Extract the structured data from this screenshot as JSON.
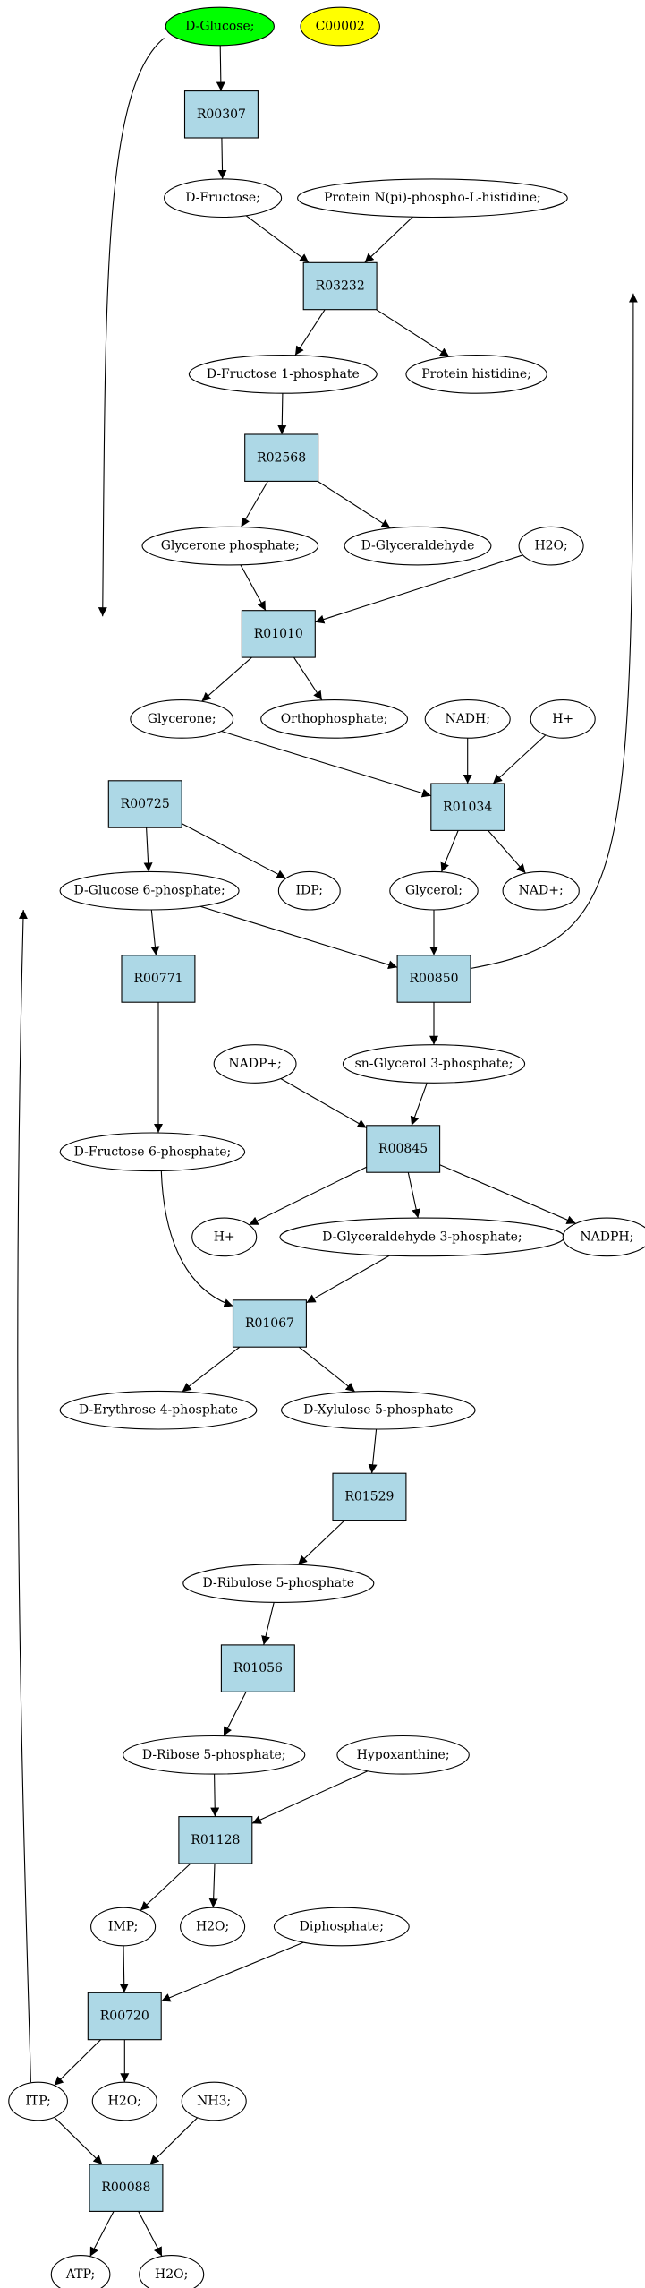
{
  "colors": {
    "compound_fill": "#ffffff",
    "start_fill": "#00ff00",
    "query_fill": "#ffff00",
    "reaction_fill": "#add8e6",
    "stroke": "#000000"
  },
  "nodes": [
    {
      "id": "n_glucose",
      "label": "D-Glucose;",
      "kind": "compound",
      "highlight": "start"
    },
    {
      "id": "n_c00002",
      "label": "C00002",
      "kind": "compound",
      "highlight": "query"
    },
    {
      "id": "r_R00307",
      "label": "R00307",
      "kind": "reaction"
    },
    {
      "id": "n_fructose",
      "label": "D-Fructose;",
      "kind": "compound"
    },
    {
      "id": "n_protnpi",
      "label": "Protein N(pi)-phospho-L-histidine;",
      "kind": "compound"
    },
    {
      "id": "r_R03232",
      "label": "R03232",
      "kind": "reaction"
    },
    {
      "id": "n_fru1p",
      "label": "D-Fructose 1-phosphate",
      "kind": "compound"
    },
    {
      "id": "n_prothis",
      "label": "Protein histidine;",
      "kind": "compound"
    },
    {
      "id": "r_R02568",
      "label": "R02568",
      "kind": "reaction"
    },
    {
      "id": "n_gly3p",
      "label": "Glycerone phosphate;",
      "kind": "compound"
    },
    {
      "id": "n_glyald",
      "label": "D-Glyceraldehyde",
      "kind": "compound"
    },
    {
      "id": "n_h2o_a",
      "label": "H2O;",
      "kind": "compound"
    },
    {
      "id": "r_R01010",
      "label": "R01010",
      "kind": "reaction"
    },
    {
      "id": "n_glycerone",
      "label": "Glycerone;",
      "kind": "compound"
    },
    {
      "id": "n_orthop",
      "label": "Orthophosphate;",
      "kind": "compound"
    },
    {
      "id": "n_nadh",
      "label": "NADH;",
      "kind": "compound"
    },
    {
      "id": "n_hplus_a",
      "label": "H+",
      "kind": "compound"
    },
    {
      "id": "r_R00725",
      "label": "R00725",
      "kind": "reaction"
    },
    {
      "id": "r_R01034",
      "label": "R01034",
      "kind": "reaction"
    },
    {
      "id": "n_glc6p",
      "label": "D-Glucose 6-phosphate;",
      "kind": "compound"
    },
    {
      "id": "n_idp",
      "label": "IDP;",
      "kind": "compound"
    },
    {
      "id": "n_glycerol",
      "label": "Glycerol;",
      "kind": "compound"
    },
    {
      "id": "n_nadplus",
      "label": "NAD+;",
      "kind": "compound"
    },
    {
      "id": "r_R00771",
      "label": "R00771",
      "kind": "reaction"
    },
    {
      "id": "r_R00850",
      "label": "R00850",
      "kind": "reaction"
    },
    {
      "id": "n_nadpplus",
      "label": "NADP+;",
      "kind": "compound"
    },
    {
      "id": "n_snglyc3p",
      "label": "sn-Glycerol 3-phosphate;",
      "kind": "compound"
    },
    {
      "id": "n_fru6p",
      "label": "D-Fructose 6-phosphate;",
      "kind": "compound"
    },
    {
      "id": "r_R00845",
      "label": "R00845",
      "kind": "reaction"
    },
    {
      "id": "n_hplus_b",
      "label": "H+",
      "kind": "compound"
    },
    {
      "id": "n_ga3p",
      "label": "D-Glyceraldehyde 3-phosphate;",
      "kind": "compound"
    },
    {
      "id": "n_nadph",
      "label": "NADPH;",
      "kind": "compound"
    },
    {
      "id": "r_R01067",
      "label": "R01067",
      "kind": "reaction"
    },
    {
      "id": "n_ery4p",
      "label": "D-Erythrose 4-phosphate",
      "kind": "compound"
    },
    {
      "id": "n_xyl5p",
      "label": "D-Xylulose 5-phosphate",
      "kind": "compound"
    },
    {
      "id": "r_R01529",
      "label": "R01529",
      "kind": "reaction"
    },
    {
      "id": "n_ribu5p",
      "label": "D-Ribulose 5-phosphate",
      "kind": "compound"
    },
    {
      "id": "r_R01056",
      "label": "R01056",
      "kind": "reaction"
    },
    {
      "id": "n_rib5p",
      "label": "D-Ribose 5-phosphate;",
      "kind": "compound"
    },
    {
      "id": "n_hypox",
      "label": "Hypoxanthine;",
      "kind": "compound"
    },
    {
      "id": "r_R01128",
      "label": "R01128",
      "kind": "reaction"
    },
    {
      "id": "n_imp",
      "label": "IMP;",
      "kind": "compound"
    },
    {
      "id": "n_h2o_b",
      "label": "H2O;",
      "kind": "compound"
    },
    {
      "id": "n_diphos",
      "label": "Diphosphate;",
      "kind": "compound"
    },
    {
      "id": "r_R00720",
      "label": "R00720",
      "kind": "reaction"
    },
    {
      "id": "n_itp",
      "label": "ITP;",
      "kind": "compound"
    },
    {
      "id": "n_h2o_c",
      "label": "H2O;",
      "kind": "compound"
    },
    {
      "id": "n_nh3",
      "label": "NH3;",
      "kind": "compound"
    },
    {
      "id": "r_R00088",
      "label": "R00088",
      "kind": "reaction"
    },
    {
      "id": "n_atp",
      "label": "ATP;",
      "kind": "compound"
    },
    {
      "id": "n_h2o_d",
      "label": "H2O;",
      "kind": "compound"
    }
  ],
  "edges": [
    [
      "n_glucose",
      "r_R00307"
    ],
    [
      "r_R00307",
      "n_fructose"
    ],
    [
      "n_fructose",
      "r_R03232"
    ],
    [
      "n_protnpi",
      "r_R03232"
    ],
    [
      "r_R03232",
      "n_fru1p"
    ],
    [
      "r_R03232",
      "n_prothis"
    ],
    [
      "n_fru1p",
      "r_R02568"
    ],
    [
      "r_R02568",
      "n_gly3p"
    ],
    [
      "r_R02568",
      "n_glyald"
    ],
    [
      "n_gly3p",
      "r_R01010"
    ],
    [
      "n_h2o_a",
      "r_R01010"
    ],
    [
      "r_R01010",
      "n_glycerone"
    ],
    [
      "r_R01010",
      "n_orthop"
    ],
    [
      "n_glycerone",
      "r_R01034"
    ],
    [
      "n_nadh",
      "r_R01034"
    ],
    [
      "n_hplus_a",
      "r_R01034"
    ],
    [
      "r_R01034",
      "n_glycerol"
    ],
    [
      "r_R01034",
      "n_nadplus"
    ],
    [
      "n_glucose",
      "r_R00725"
    ],
    [
      "n_itp",
      "r_R00725"
    ],
    [
      "r_R00725",
      "n_glc6p"
    ],
    [
      "r_R00725",
      "n_idp"
    ],
    [
      "n_glc6p",
      "r_R00771"
    ],
    [
      "n_glc6p",
      "r_R00850"
    ],
    [
      "n_glycerol",
      "r_R00850"
    ],
    [
      "r_R00850",
      "n_glucose"
    ],
    [
      "r_R00850",
      "n_snglyc3p"
    ],
    [
      "r_R00771",
      "n_fru6p"
    ],
    [
      "n_nadpplus",
      "r_R00845"
    ],
    [
      "n_snglyc3p",
      "r_R00845"
    ],
    [
      "r_R00845",
      "n_hplus_b"
    ],
    [
      "r_R00845",
      "n_ga3p"
    ],
    [
      "r_R00845",
      "n_nadph"
    ],
    [
      "n_fru6p",
      "r_R01067"
    ],
    [
      "n_ga3p",
      "r_R01067"
    ],
    [
      "r_R01067",
      "n_ery4p"
    ],
    [
      "r_R01067",
      "n_xyl5p"
    ],
    [
      "n_xyl5p",
      "r_R01529"
    ],
    [
      "r_R01529",
      "n_ribu5p"
    ],
    [
      "n_ribu5p",
      "r_R01056"
    ],
    [
      "r_R01056",
      "n_rib5p"
    ],
    [
      "n_rib5p",
      "r_R01128"
    ],
    [
      "n_hypox",
      "r_R01128"
    ],
    [
      "r_R01128",
      "n_imp"
    ],
    [
      "r_R01128",
      "n_h2o_b"
    ],
    [
      "n_imp",
      "r_R00720"
    ],
    [
      "n_diphos",
      "r_R00720"
    ],
    [
      "r_R00720",
      "n_itp"
    ],
    [
      "r_R00720",
      "n_h2o_c"
    ],
    [
      "n_itp",
      "r_R00088"
    ],
    [
      "n_nh3",
      "r_R00088"
    ],
    [
      "r_R00088",
      "n_atp"
    ],
    [
      "r_R00088",
      "n_h2o_d"
    ]
  ]
}
